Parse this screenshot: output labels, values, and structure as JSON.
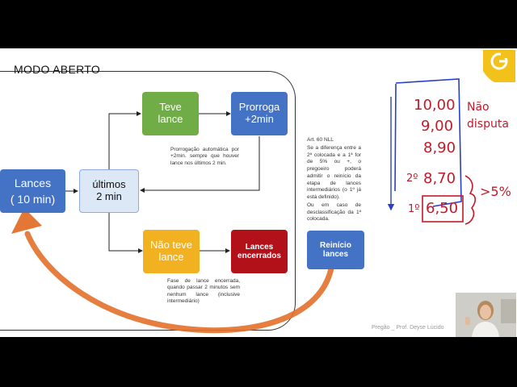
{
  "diagram": {
    "title": "MODO ABERTO",
    "lances": {
      "line1": "Lances",
      "line2": "( 10 min)"
    },
    "ultimos": {
      "line1": "últimos",
      "line2": "2 min"
    },
    "teve_lance": {
      "line1": "Teve",
      "line2": "lance"
    },
    "prorroga": {
      "line1": "Prorroga",
      "line2": "+2min"
    },
    "nao_teve_lance": {
      "line1": "Não teve",
      "line2": "lance"
    },
    "lances_encerrados": {
      "line1": "Lances",
      "line2": "encerrados"
    },
    "reinicio": {
      "line1": "Reinício",
      "line2": "lances"
    },
    "note_prorrogacao": "Prorrogação automática por +2min. sempre que houver lance nos últimos 2 min.",
    "note_fase": "Fase de lance encerrada, quando passar 2 minutos sem nenhum lance (inclusive intermediário)",
    "art_title": "Art. 60 NLL",
    "art_body": "Se a diferença entre a 2ª colocada e a 1ª for de 5% ou +, o pregoeiro poderá admitir o reinício da etapa de lances intermediários (o 1º já está definido).",
    "art_extra": "Ou em caso de desclassificação da 1ª colocada.",
    "footer": "Pregão _ Prof. Deyse Lúcido"
  },
  "handwriting": {
    "values": [
      "10,00",
      "9,00",
      "8,90"
    ],
    "second_label": "2º",
    "second_value": "8,70",
    "first_label": "1º",
    "first_value": "6,50",
    "word1": "Não",
    "word2": "disputa",
    "percent": ">5%"
  },
  "colors": {
    "blue": "#4472c4",
    "green": "#70ad47",
    "orange": "#f2b120",
    "red": "#b3111a",
    "arrow": "#e2702a",
    "ink_blue": "#2a3fc7",
    "ink_red": "#c21a2a",
    "logo": "#f2c21a"
  }
}
